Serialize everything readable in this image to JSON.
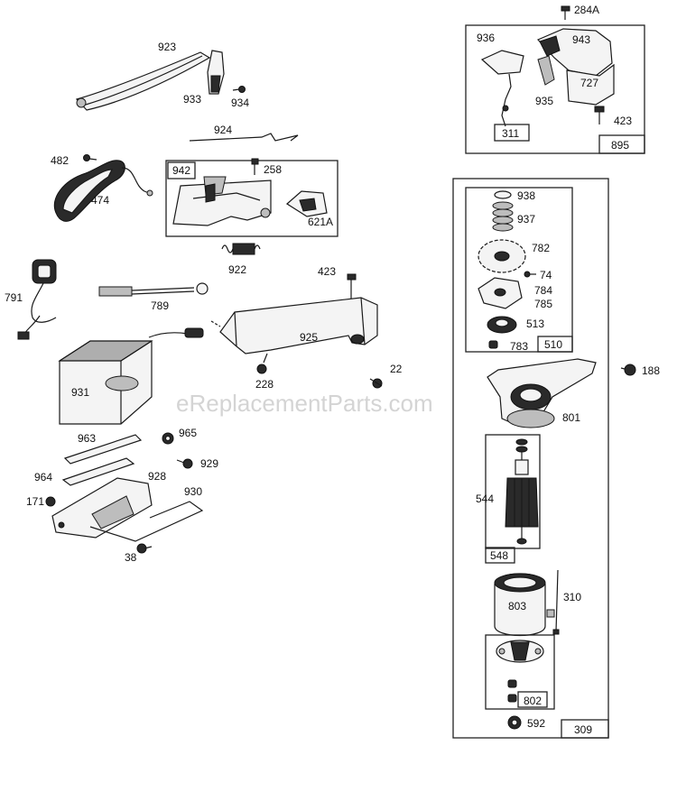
{
  "watermark": "eReplacementParts.com",
  "labels": {
    "p923": "923",
    "p933": "933",
    "p934": "934",
    "p924": "924",
    "p482": "482",
    "p474": "474",
    "p942": "942",
    "p258": "258",
    "p621A": "621A",
    "p922": "922",
    "p791": "791",
    "p789": "789",
    "p423a": "423",
    "p925": "925",
    "p228": "228",
    "p22": "22",
    "p931": "931",
    "p963": "963",
    "p965": "965",
    "p964": "964",
    "p928": "928",
    "p929": "929",
    "p171": "171",
    "p930": "930",
    "p38": "38",
    "p284A": "284A",
    "p936": "936",
    "p943": "943",
    "p727": "727",
    "p935": "935",
    "p311": "311",
    "p423b": "423",
    "p895": "895",
    "p938": "938",
    "p937": "937",
    "p782": "782",
    "p74": "74",
    "p784": "784",
    "p785": "785",
    "p513": "513",
    "p783": "783",
    "p510": "510",
    "p188": "188",
    "p801": "801",
    "p544": "544",
    "p548": "548",
    "p310": "310",
    "p803": "803",
    "p802": "802",
    "p592": "592",
    "p309": "309"
  }
}
